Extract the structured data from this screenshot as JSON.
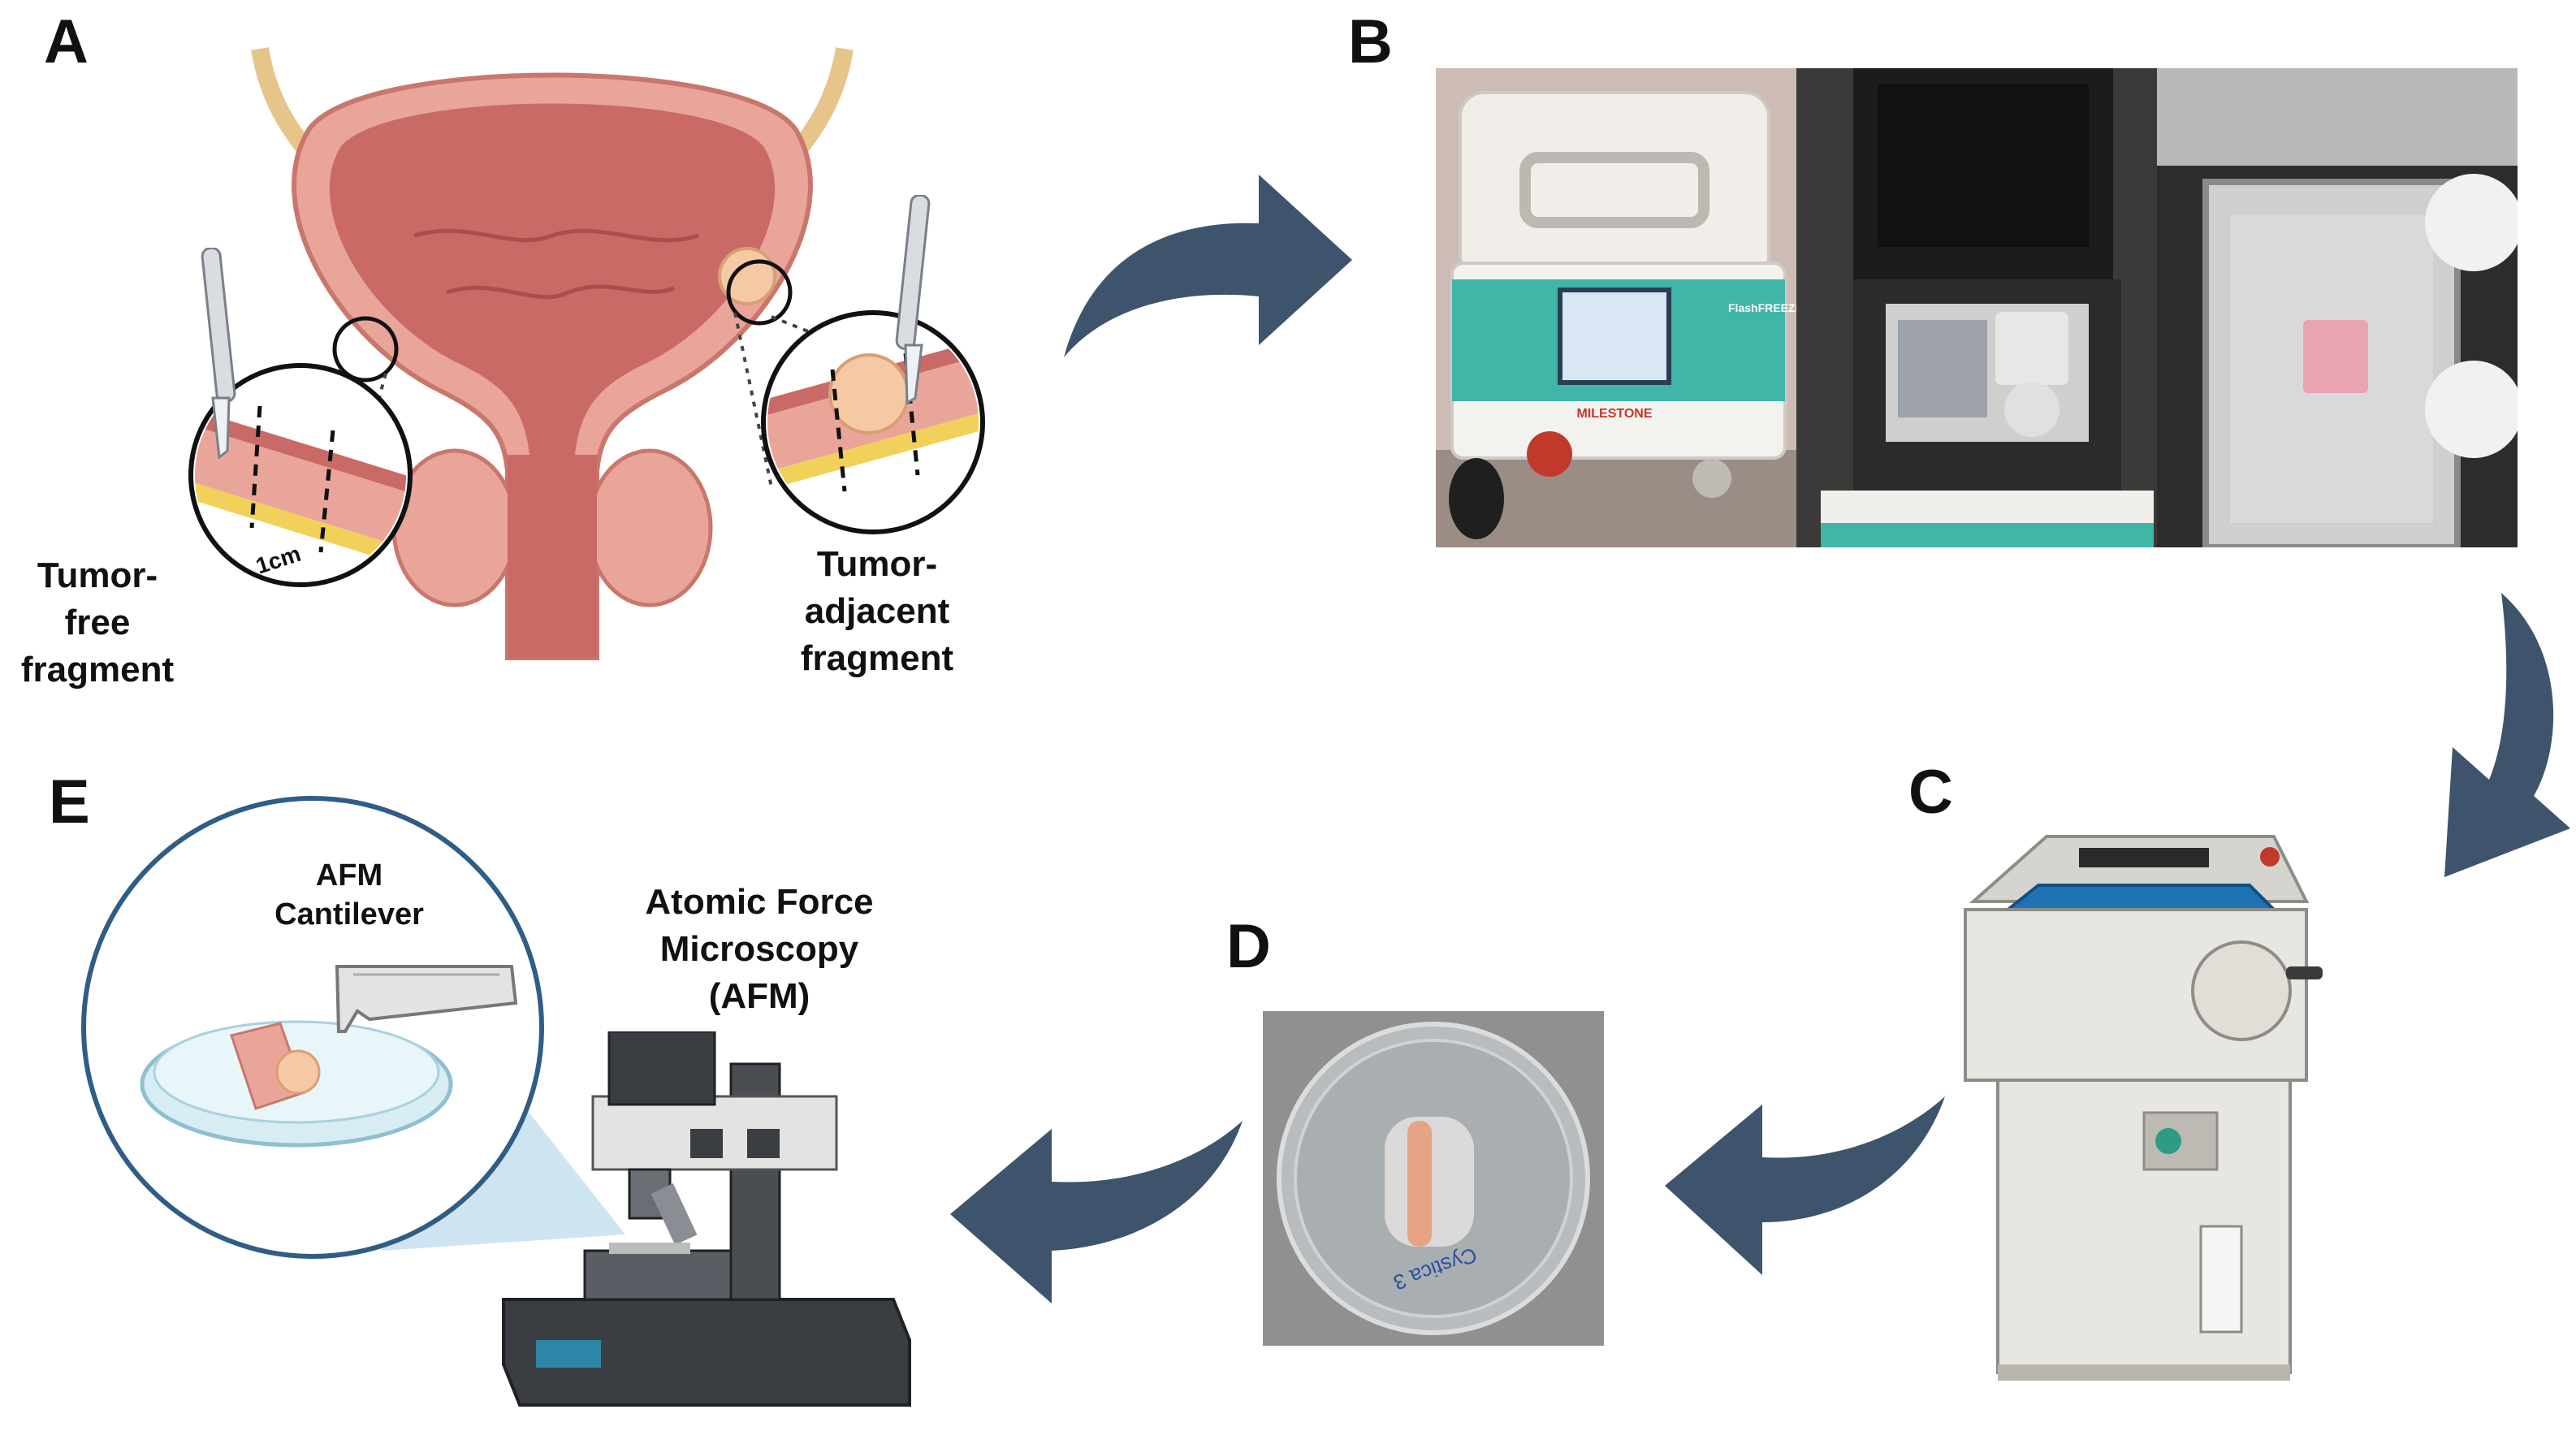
{
  "panels": {
    "a": {
      "letter": "A",
      "tumor_free_label": "Tumor-\nfree\nfragment",
      "tumor_adjacent_label": "Tumor-\nadjacent\nfragment",
      "scale_label": "1cm"
    },
    "b": {
      "letter": "B",
      "device_brand": "MILESTONE",
      "device_name": "FlashFREEZE"
    },
    "c": {
      "letter": "C"
    },
    "d": {
      "letter": "D",
      "sample_label": "Cystica 3"
    },
    "e": {
      "letter": "E",
      "microscope_label": "Atomic Force\nMicroscopy\n(AFM)",
      "cantilever_label": "AFM\nCantilever"
    }
  },
  "colors": {
    "arrow": "#3d546c",
    "bladder_wall": "#e9a59a",
    "bladder_lumen": "#c96a66",
    "tumor": "#f4c9a4",
    "device_teal": "#3fb6a8",
    "cryostat_body": "#e8e6e1",
    "cryostat_well": "#1e73b5",
    "lens_bg": "#c7dfee"
  },
  "icons": [
    "flow-arrow-icon",
    "bladder-illustration",
    "scalpel-icon",
    "cryostat-illustration",
    "afm-microscope-illustration",
    "petri-dish-illustration"
  ]
}
